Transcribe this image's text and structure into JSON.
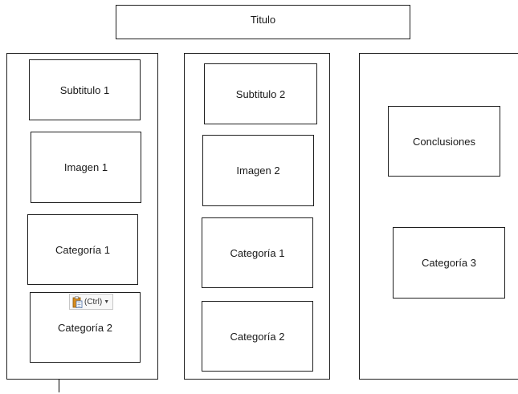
{
  "title": "Titulo",
  "columns": [
    {
      "boxes": [
        "Subtitulo 1",
        "Imagen 1",
        "Categoría 1",
        "Categoría 2"
      ]
    },
    {
      "boxes": [
        "Subtitulo 2",
        "Imagen 2",
        "Categoría 1",
        "Categoría 2"
      ]
    },
    {
      "boxes": [
        "Conclusiones",
        "Categoría 3"
      ]
    }
  ],
  "paste_options": {
    "label": "(Ctrl)",
    "icon": "clipboard-icon"
  },
  "colors": {
    "border": "#1f1f1f",
    "background": "#ffffff",
    "paste_icon": "#d98b1a"
  }
}
